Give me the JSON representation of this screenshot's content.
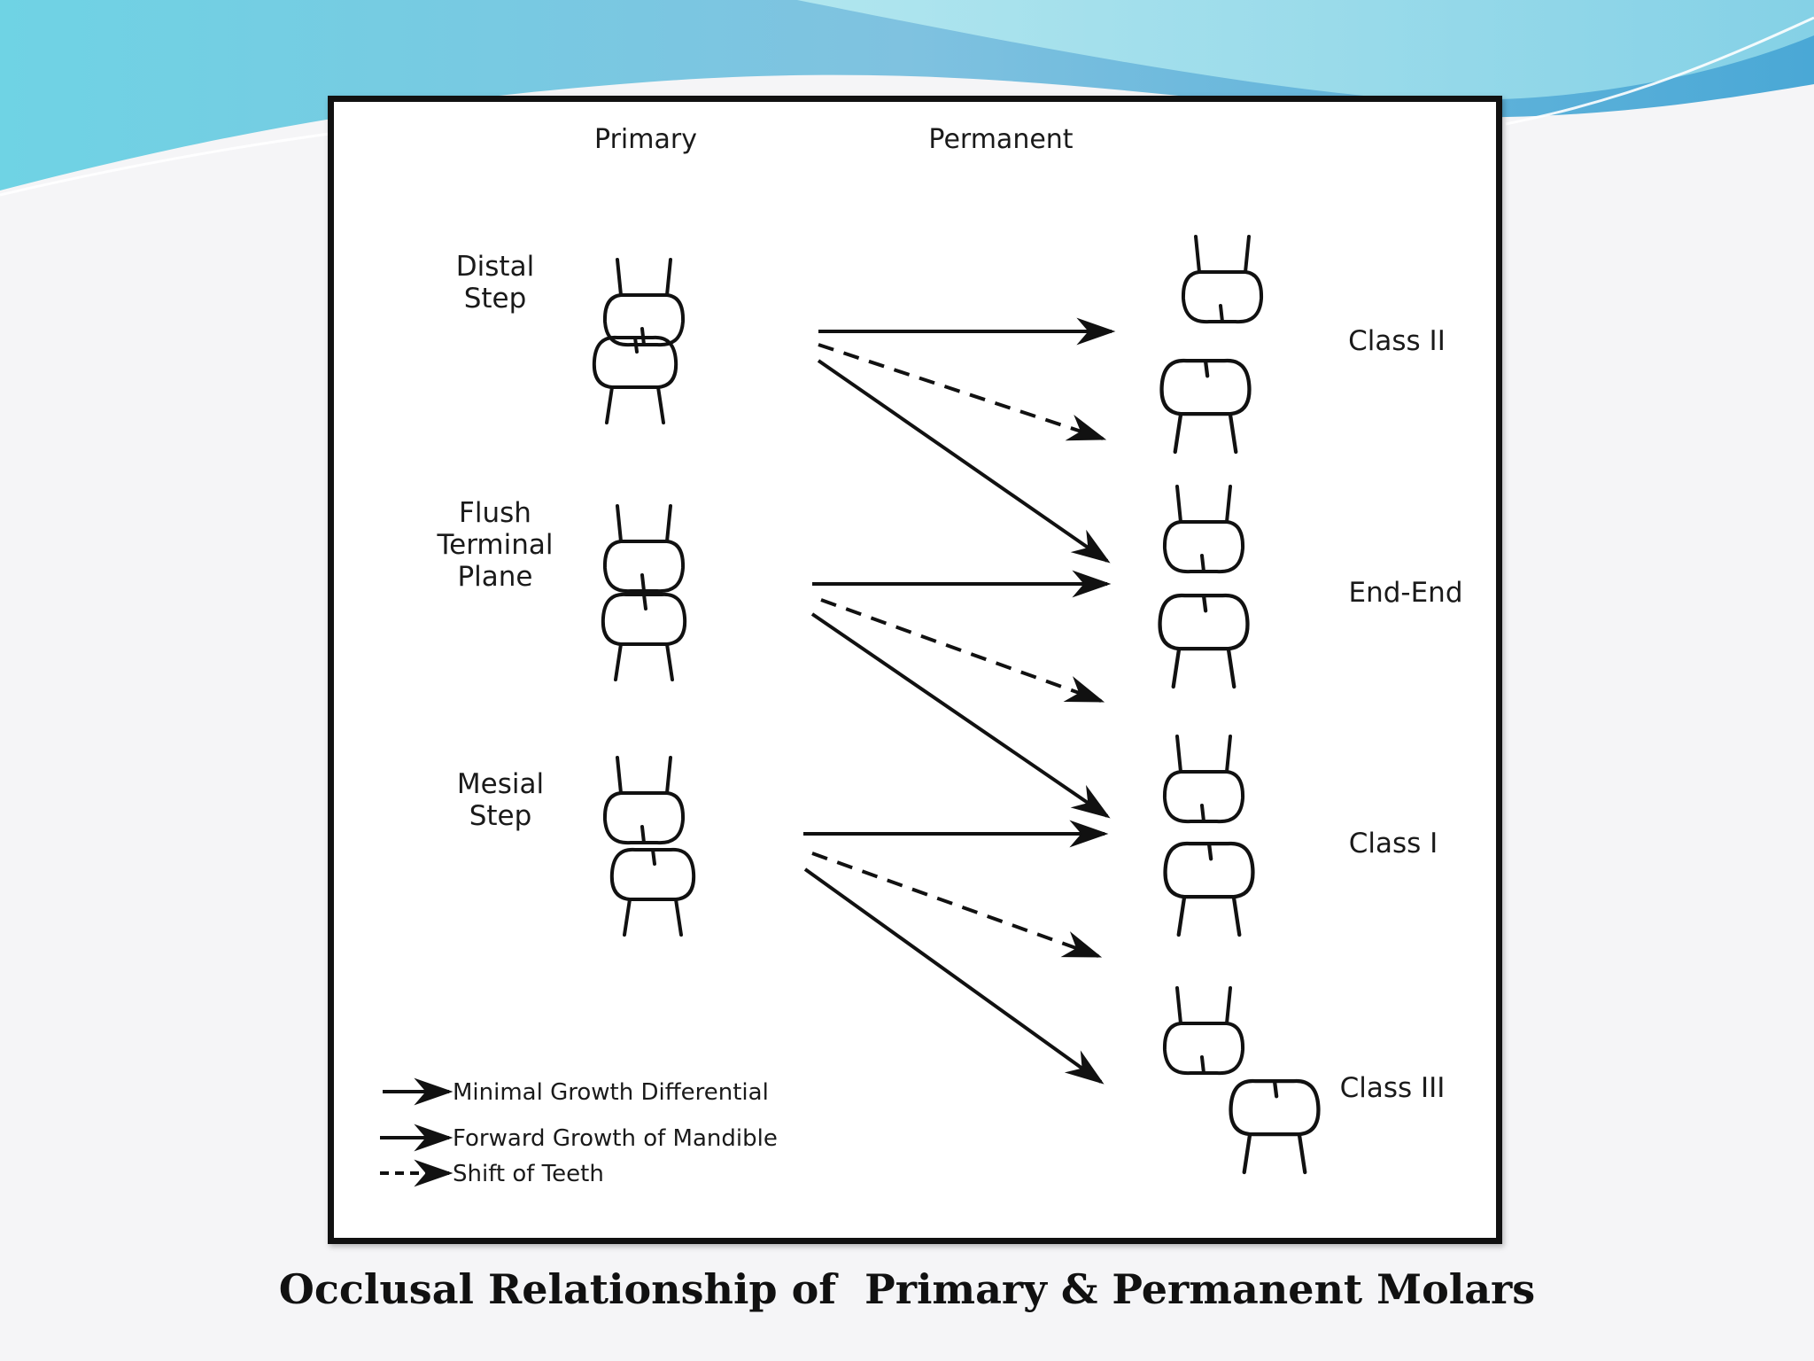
{
  "diagram": {
    "headers": {
      "primary": "Primary",
      "permanent": "Permanent"
    },
    "primary_rows": [
      {
        "id": "distal-step",
        "lines": [
          "Distal",
          "Step"
        ]
      },
      {
        "id": "flush-terminal-plane",
        "lines": [
          "Flush",
          "Terminal",
          "Plane"
        ]
      },
      {
        "id": "mesial-step",
        "lines": [
          "Mesial",
          "Step"
        ]
      }
    ],
    "permanent_classes": [
      {
        "id": "class-ii",
        "label": "Class II"
      },
      {
        "id": "end-end",
        "label": "End-End"
      },
      {
        "id": "class-i",
        "label": "Class I"
      },
      {
        "id": "class-iii",
        "label": "Class III"
      }
    ],
    "legend": [
      {
        "id": "minimal",
        "label": "Minimal Growth Differential",
        "style": "solid"
      },
      {
        "id": "forward",
        "label": "Forward Growth of Mandible",
        "style": "solid"
      },
      {
        "id": "shift",
        "label": "Shift of Teeth",
        "style": "dashed"
      }
    ],
    "transitions": [
      {
        "from": "Distal Step",
        "to": "Class II",
        "type": "Minimal Growth Differential"
      },
      {
        "from": "Distal Step",
        "to": "End-End",
        "type": "Shift of Teeth"
      },
      {
        "from": "Distal Step",
        "to": "End-End",
        "type": "Forward Growth of Mandible"
      },
      {
        "from": "Flush Terminal Plane",
        "to": "End-End",
        "type": "Minimal Growth Differential"
      },
      {
        "from": "Flush Terminal Plane",
        "to": "Class I",
        "type": "Shift of Teeth"
      },
      {
        "from": "Flush Terminal Plane",
        "to": "Class I",
        "type": "Forward Growth of Mandible"
      },
      {
        "from": "Mesial Step",
        "to": "Class I",
        "type": "Minimal Growth Differential"
      },
      {
        "from": "Mesial Step",
        "to": "Class III",
        "type": "Shift of Teeth"
      },
      {
        "from": "Mesial Step",
        "to": "Class III",
        "type": "Forward Growth of Mandible"
      }
    ]
  },
  "caption": "Occlusal Relationship of  Primary & Permanent Molars",
  "colors": {
    "background": "#f5f5f7",
    "accent_light": "#9fe3ec",
    "accent_dark": "#3fa6d3",
    "ink": "#111111"
  }
}
